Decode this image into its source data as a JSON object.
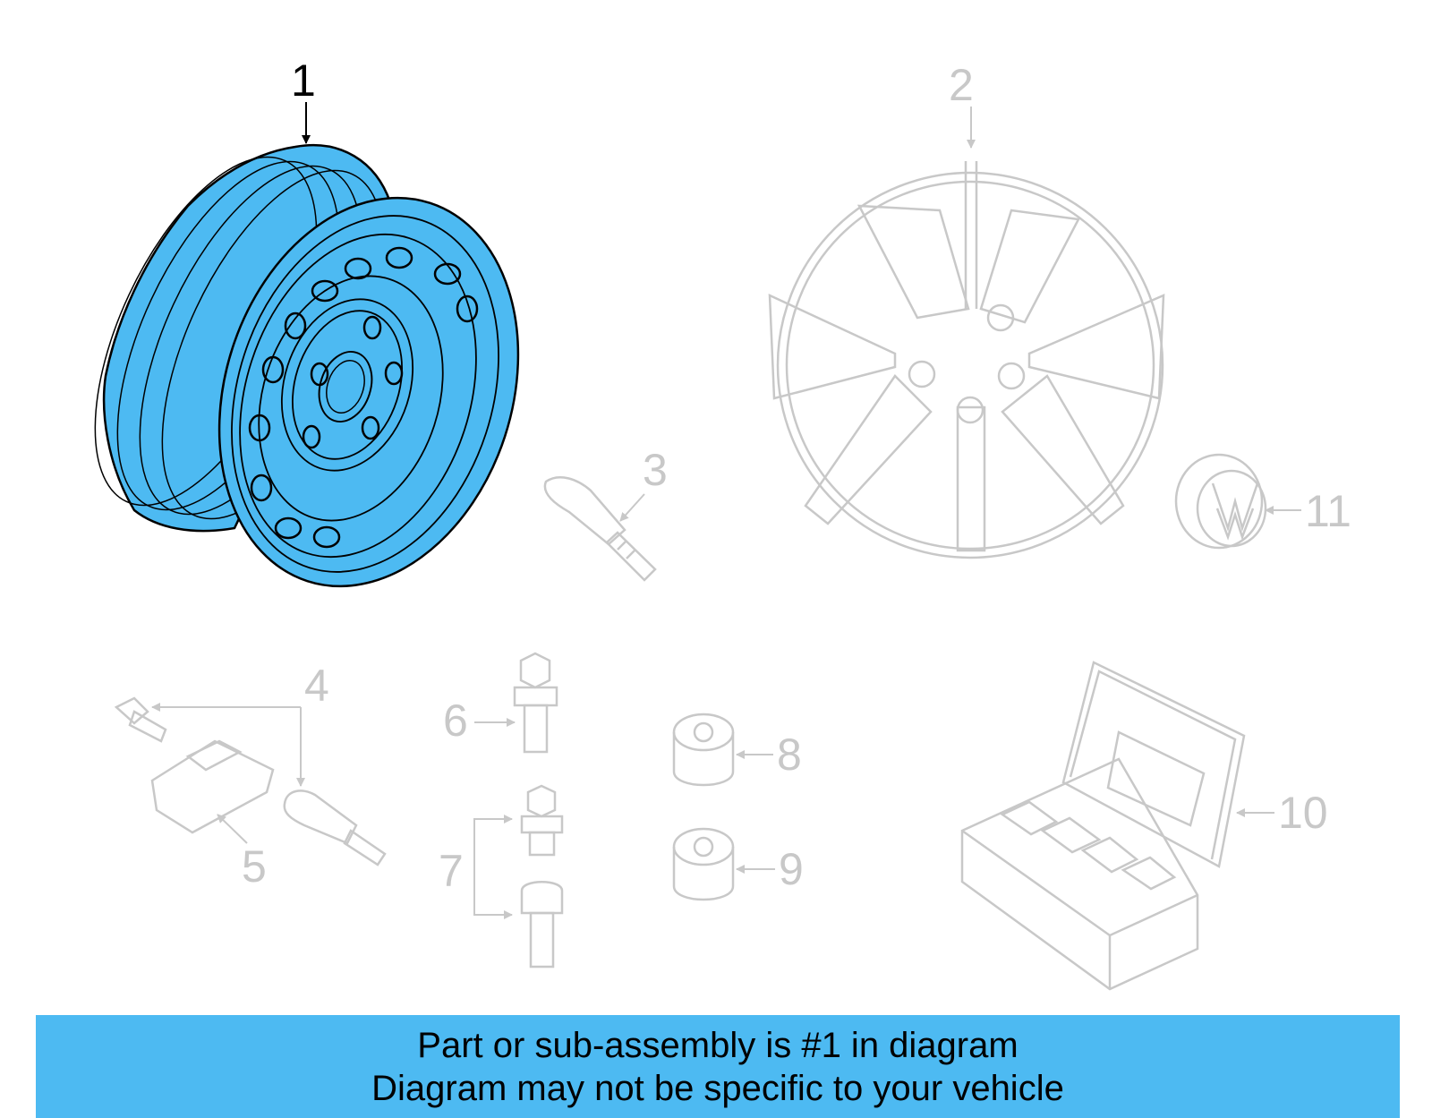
{
  "diagram": {
    "callouts": [
      {
        "id": "1",
        "label": "1"
      },
      {
        "id": "2",
        "label": "2"
      },
      {
        "id": "3",
        "label": "3"
      },
      {
        "id": "4",
        "label": "4"
      },
      {
        "id": "5",
        "label": "5"
      },
      {
        "id": "6",
        "label": "6"
      },
      {
        "id": "7",
        "label": "7"
      },
      {
        "id": "8",
        "label": "8"
      },
      {
        "id": "9",
        "label": "9"
      },
      {
        "id": "10",
        "label": "10"
      },
      {
        "id": "11",
        "label": "11"
      }
    ],
    "highlighted_part": "1",
    "colors": {
      "highlight_fill": "#4dbaf2",
      "outline": "#000000",
      "ghost": "#c8c8c8",
      "caption_bg": "#4dbaf2"
    }
  },
  "caption": {
    "line1": "Part or sub-assembly is #1 in diagram",
    "line2": "Diagram may not be specific to your vehicle"
  }
}
